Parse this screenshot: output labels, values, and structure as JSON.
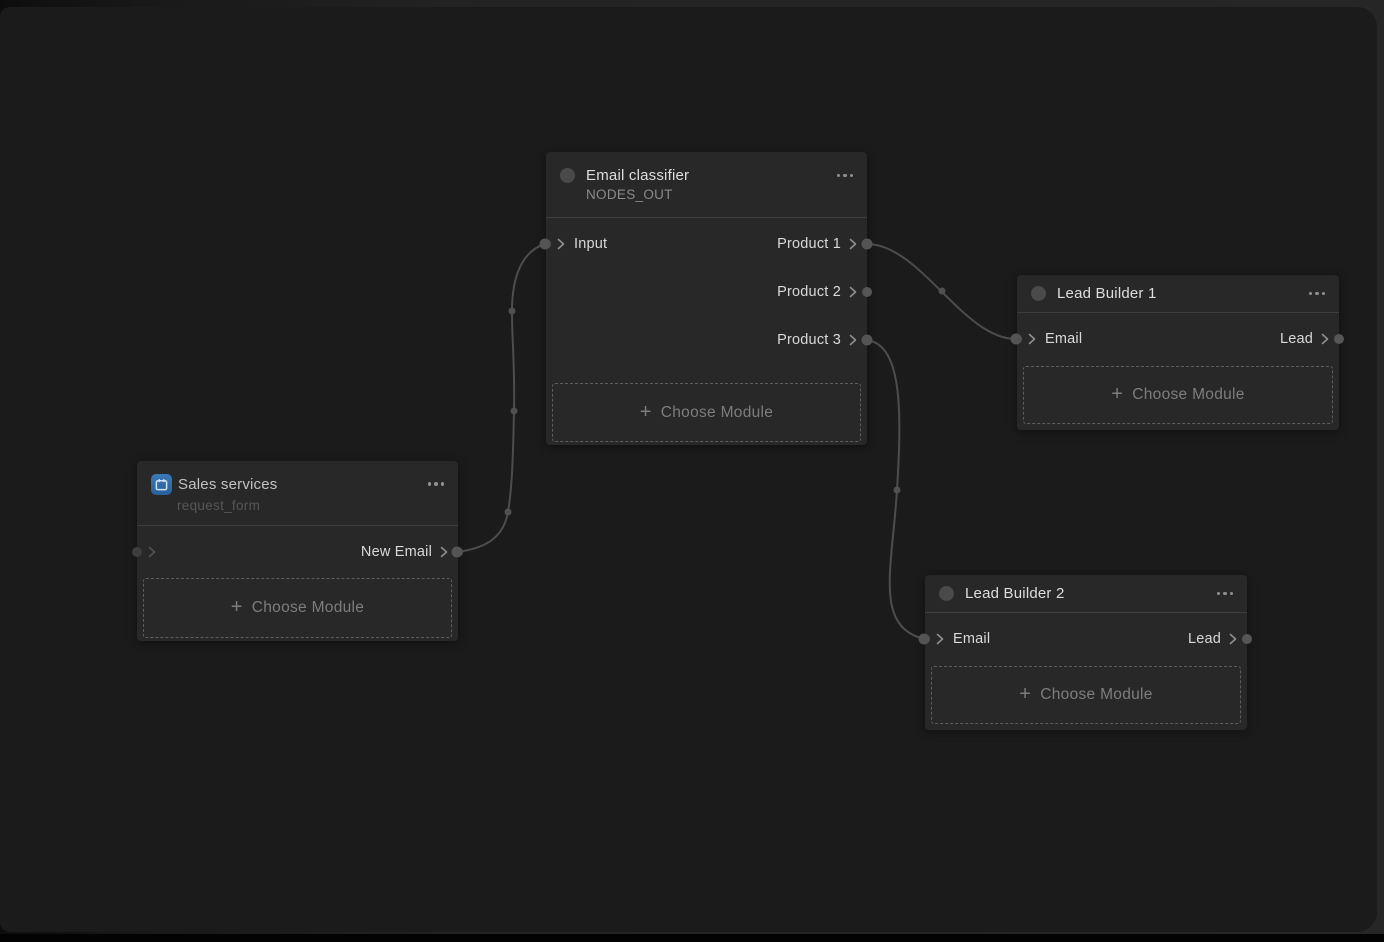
{
  "window": {
    "type": "workflow-canvas",
    "canvas_background": "#1b1b1b",
    "frame_background": "#232323"
  },
  "icons": {
    "plus": "+",
    "ellipsis": "•••",
    "chevron": "›"
  },
  "colors": {
    "node_background": "#282828",
    "accent_blue": "#2f6cab",
    "wire": "#4d4d4d",
    "title_text": "#dedede",
    "subtitle_text": "#8a8a8a",
    "muted_text": "#7d7d7d"
  },
  "nodes": [
    {
      "id": "email-classifier",
      "title": "Email classifier",
      "subtitle": "NODES_OUT",
      "icon": "module-circle-icon",
      "menu_icon": "ellipsis-icon",
      "choose_module_label": "Choose Module",
      "muted": false,
      "rows": [
        {
          "input": {
            "label": "Input",
            "connected": true,
            "dim": false
          },
          "output": {
            "label": "Product 1",
            "connected": true
          }
        },
        {
          "output": {
            "label": "Product 2",
            "connected": false
          }
        },
        {
          "output": {
            "label": "Product 3",
            "connected": true
          }
        }
      ]
    },
    {
      "id": "sales-services",
      "title": "Sales services",
      "subtitle": "request_form",
      "icon": "form-icon",
      "menu_icon": "ellipsis-icon",
      "choose_module_label": "Choose Module",
      "muted": true,
      "rows": [
        {
          "input": {
            "label": "",
            "connected": false,
            "dim": true
          },
          "output": {
            "label": "New Email",
            "connected": true
          }
        }
      ]
    },
    {
      "id": "lead-builder-1",
      "title": "Lead Builder 1",
      "subtitle": "",
      "icon": "module-circle-icon",
      "menu_icon": "ellipsis-icon",
      "choose_module_label": "Choose Module",
      "muted": false,
      "rows": [
        {
          "input": {
            "label": "Email",
            "connected": true,
            "dim": false
          },
          "output": {
            "label": "Lead",
            "connected": false
          }
        }
      ]
    },
    {
      "id": "lead-builder-2",
      "title": "Lead Builder 2",
      "subtitle": "",
      "icon": "module-circle-icon",
      "menu_icon": "ellipsis-icon",
      "choose_module_label": "Choose Module",
      "muted": false,
      "rows": [
        {
          "input": {
            "label": "Email",
            "connected": true,
            "dim": false
          },
          "output": {
            "label": "Lead",
            "connected": false
          }
        }
      ]
    }
  ],
  "connections": [
    {
      "from": "sales-services / New Email",
      "to": "email-classifier / Input"
    },
    {
      "from": "email-classifier / Product 1",
      "to": "lead-builder-1 / Email"
    },
    {
      "from": "email-classifier / Product 3",
      "to": "lead-builder-2 / Email"
    }
  ]
}
